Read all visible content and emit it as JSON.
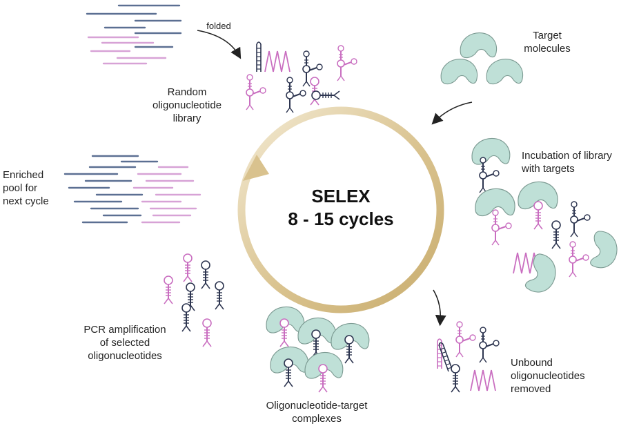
{
  "center": {
    "title": "SELEX",
    "cycles": "8 - 15 cycles"
  },
  "labels": {
    "folded": "folded",
    "random_library": [
      "Random",
      "oligonucleotide",
      "library"
    ],
    "target": [
      "Target",
      "molecules"
    ],
    "incubation": [
      "Incubation of library",
      "with targets"
    ],
    "unbound": [
      "Unbound",
      "oligonucleotides",
      "removed"
    ],
    "complexes": [
      "Oligonucleotide-target",
      "complexes"
    ],
    "pcr": [
      "PCR amplification",
      "of selected",
      "oligonucleotides"
    ],
    "enriched": [
      "Enriched",
      "pool for",
      "next cycle"
    ]
  },
  "colors": {
    "dna_blue": "#5b6f92",
    "dna_pink": "#d7a2d6",
    "aptamer_pink": "#c96ec0",
    "aptamer_dark": "#2d3550",
    "target": "#bfe0d7",
    "target_stroke": "#7c9a92",
    "cycle_ring": "#d9c28e",
    "arrow": "#222222"
  },
  "icons": [
    "dna-strand-icon",
    "aptamer-icon",
    "target-protein-icon",
    "curved-arrow-icon",
    "cycle-ring-icon"
  ]
}
